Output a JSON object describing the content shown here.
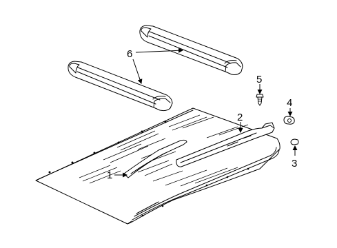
{
  "callouts": {
    "c1": "1",
    "c2": "2",
    "c3": "3",
    "c4": "4",
    "c5": "5",
    "c6": "6"
  },
  "icons": {
    "crossbar_rear": "crossbar",
    "crossbar_front": "crossbar",
    "roof_panel": "roof-panel",
    "screw": "screw",
    "clip_nut": "nut",
    "plug": "plug"
  }
}
